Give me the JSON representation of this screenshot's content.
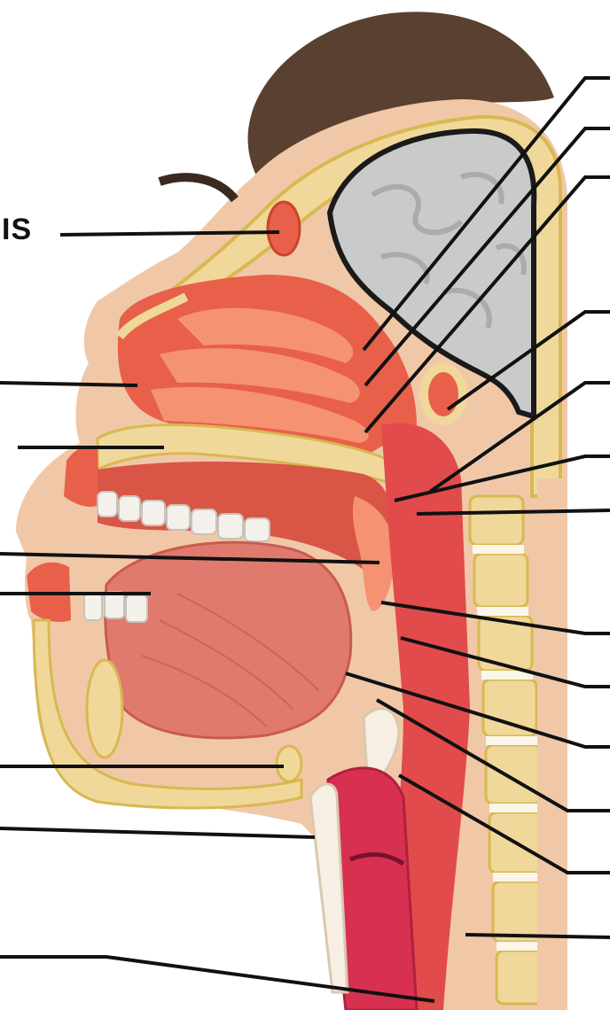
{
  "visible_label": "IS",
  "colors": {
    "background": "#ffffff",
    "hair": "#5a4030",
    "skin": "#f0c8a8",
    "bone": "#efd89a",
    "bone_edge": "#d9b850",
    "brain": "#c9cbcb",
    "brain_outline": "#1a1a1a",
    "mucosa": "#e8604a",
    "mucosa_light": "#f59272",
    "tongue": "#e07a6e",
    "teeth": "#f4f1ec",
    "cartilage": "#f7efe4",
    "trachea": "#d83050",
    "leader_line": "#111111"
  },
  "leader_lines": [
    {
      "name": "leader-right-1"
    },
    {
      "name": "leader-right-2"
    },
    {
      "name": "leader-right-3"
    },
    {
      "name": "leader-right-4"
    },
    {
      "name": "leader-right-5"
    },
    {
      "name": "leader-right-6"
    },
    {
      "name": "leader-right-7"
    },
    {
      "name": "leader-right-8"
    },
    {
      "name": "leader-right-9"
    },
    {
      "name": "leader-right-10"
    },
    {
      "name": "leader-right-11"
    },
    {
      "name": "leader-right-12"
    },
    {
      "name": "leader-right-13"
    },
    {
      "name": "leader-right-14"
    },
    {
      "name": "leader-left-1"
    },
    {
      "name": "leader-left-2"
    },
    {
      "name": "leader-left-3"
    },
    {
      "name": "leader-left-4"
    },
    {
      "name": "leader-left-5"
    },
    {
      "name": "leader-left-6"
    },
    {
      "name": "leader-left-7"
    },
    {
      "name": "leader-left-8"
    }
  ]
}
